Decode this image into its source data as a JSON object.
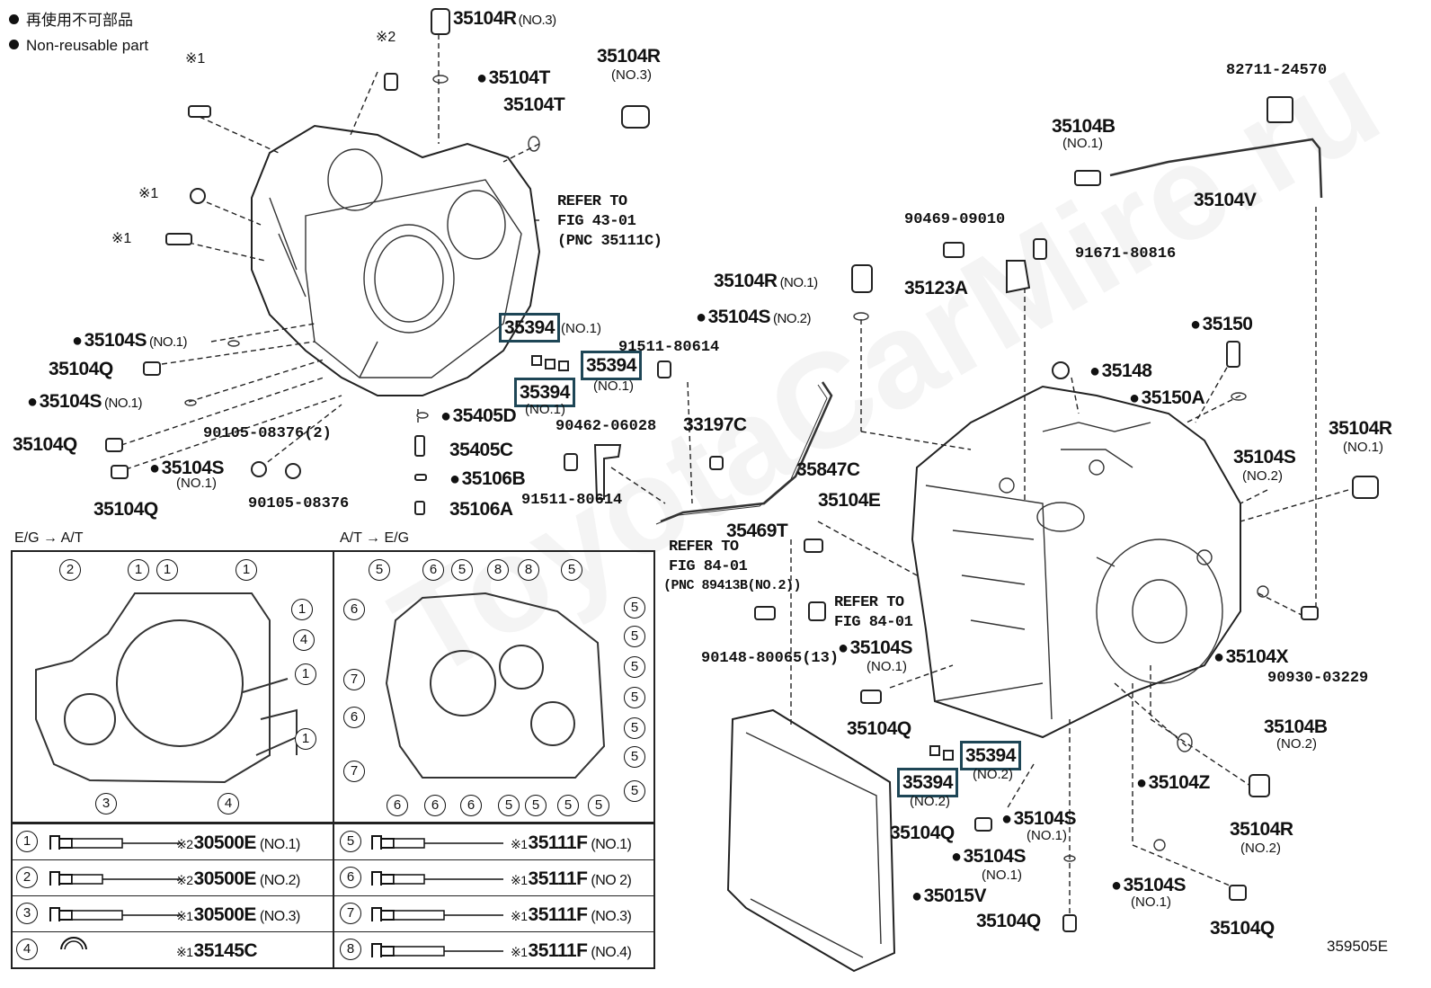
{
  "legend": {
    "jp": "再使用不可部品",
    "en": "Non-reusable part"
  },
  "marks": {
    "m1": "※1",
    "m2": "※2"
  },
  "labels": {
    "p35104R_no3_top": "35104R",
    "p35104R_no3_top_sub": "(NO.3)",
    "p35104T_a": "35104T",
    "p35104R_no3_b": "35104R",
    "p35104R_no3_b_sub": "(NO.3)",
    "p35104T_b": "35104T",
    "refer_43_l1": "REFER TO",
    "refer_43_l2": "FIG 43-01",
    "refer_43_l3": "(PNC 35111C)",
    "p35394_no1_a": "35394",
    "p35394_no1_a_sub": "(NO.1)",
    "p35394_no1_b": "35394",
    "p35394_no1_b_sub": "(NO.1)",
    "p35394_no1_c": "35394",
    "p35394_no1_c_sub": "(NO.1)",
    "p91511_80614_a": "91511-80614",
    "p35104S_no1_a": "35104S",
    "p35104S_no1_a_sub": "(NO.1)",
    "p35104Q_a": "35104Q",
    "p35104S_no1_b": "35104S",
    "p35104S_no1_b_sub": "(NO.1)",
    "p35104Q_b": "35104Q",
    "p90105_08376_2": "90105-08376(2)",
    "p35104S_no1_c": "35104S",
    "p35104S_no1_c_sub": "(NO.1)",
    "p35104Q_c": "35104Q",
    "p90105_08376": "90105-08376",
    "p35405D": "35405D",
    "p35405C": "35405C",
    "p35106B": "35106B",
    "p35106A": "35106A",
    "p90462_06028": "90462-06028",
    "p91511_80614_b": "91511-80614",
    "p33197C": "33197C",
    "p35847C": "35847C",
    "eg_at": "E/G → A/T",
    "at_eg": "A/T → E/G",
    "refer_84a_l1": "REFER TO",
    "refer_84a_l2": "FIG 84-01",
    "refer_84a_l3": "(PNC 89413B(NO.2))",
    "p35469T": "35469T",
    "refer_84b_l1": "REFER TO",
    "refer_84b_l2": "FIG 84-01",
    "p90148_80065": "90148-80065(13)",
    "p35104E": "35104E",
    "p82711_24570": "82711-24570",
    "p35104B_no1": "35104B",
    "p35104B_no1_sub": "(NO.1)",
    "p35104V": "35104V",
    "p90469_09010": "90469-09010",
    "p91671_80816": "91671-80816",
    "p35104R_no1_a": "35104R",
    "p35104R_no1_a_sub": "(NO.1)",
    "p35123A": "35123A",
    "p35104S_no2_a": "35104S",
    "p35104S_no2_a_sub": "(NO.2)",
    "p35150": "35150",
    "p35148": "35148",
    "p35150A": "35150A",
    "p35104R_no1_b": "35104R",
    "p35104R_no1_b_sub": "(NO.1)",
    "p35104S_no2_b": "35104S",
    "p35104S_no2_b_sub": "(NO.2)",
    "p35104S_no1_d": "35104S",
    "p35104S_no1_d_sub": "(NO.1)",
    "p35104Q_d": "35104Q",
    "p35104X": "35104X",
    "p90930_03229": "90930-03229",
    "p35104B_no2": "35104B",
    "p35104B_no2_sub": "(NO.2)",
    "p35394_no2_a": "35394",
    "p35394_no2_a_sub": "(NO.2)",
    "p35394_no2_b": "35394",
    "p35394_no2_b_sub": "(NO.2)",
    "p35104Z": "35104Z",
    "p35104Q_e": "35104Q",
    "p35104S_no1_e": "35104S",
    "p35104S_no1_e_sub": "(NO.1)",
    "p35104R_no2": "35104R",
    "p35104R_no2_sub": "(NO.2)",
    "p35104S_no1_f": "35104S",
    "p35104S_no1_f_sub": "(NO.1)",
    "p35015V": "35015V",
    "p35104S_no1_g": "35104S",
    "p35104S_no1_g_sub": "(NO.1)",
    "p35104Q_f": "35104Q",
    "p35104Q_g": "35104Q",
    "fig_id": "359505E"
  },
  "bolt_table": {
    "left": [
      {
        "num": "1",
        "mark": "※2",
        "part": "30500E",
        "sub": "(NO.1)"
      },
      {
        "num": "2",
        "mark": "※2",
        "part": "30500E",
        "sub": "(NO.2)"
      },
      {
        "num": "3",
        "mark": "※1",
        "part": "30500E",
        "sub": "(NO.3)"
      },
      {
        "num": "4",
        "mark": "※1",
        "part": "35145C",
        "sub": ""
      }
    ],
    "right": [
      {
        "num": "5",
        "mark": "※1",
        "part": "35111F",
        "sub": "(NO.1)"
      },
      {
        "num": "6",
        "mark": "※1",
        "part": "35111F",
        "sub": "(NO 2)"
      },
      {
        "num": "7",
        "mark": "※1",
        "part": "35111F",
        "sub": "(NO.3)"
      },
      {
        "num": "8",
        "mark": "※1",
        "part": "35111F",
        "sub": "(NO.4)"
      }
    ]
  },
  "eg_circles": [
    "2",
    "1",
    "1",
    "1",
    "1",
    "4",
    "1",
    "1",
    "3",
    "4"
  ],
  "at_circles": [
    "5",
    "6",
    "5",
    "8",
    "8",
    "5",
    "6",
    "5",
    "7",
    "5",
    "6",
    "5",
    "7",
    "5",
    "5",
    "5",
    "5",
    "6",
    "6",
    "6",
    "5",
    "5",
    "5",
    "5"
  ],
  "watermark": "ToyotaCarMire.ru"
}
